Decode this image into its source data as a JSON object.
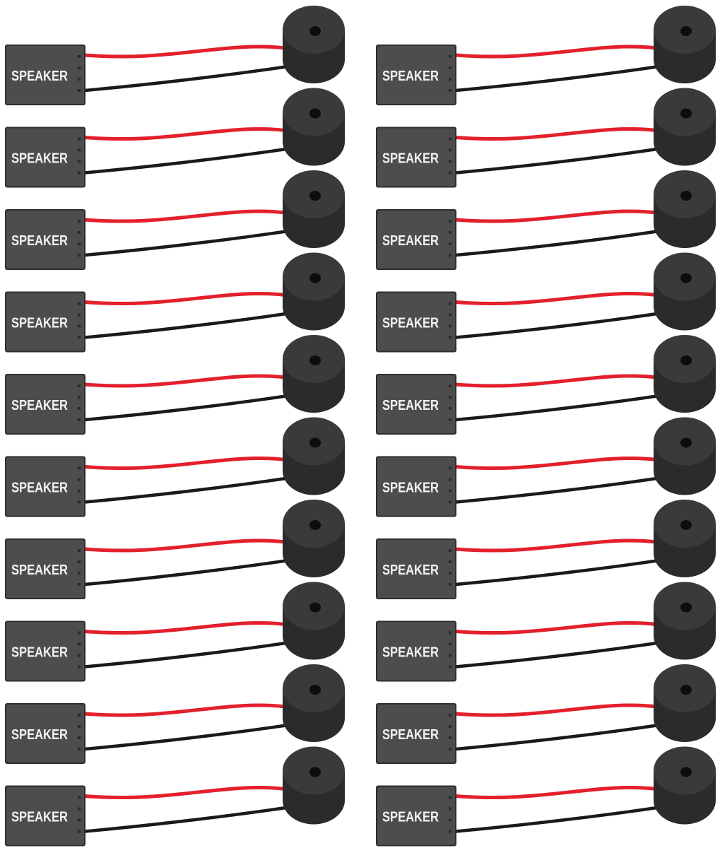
{
  "photo": {
    "subject": "speaker-buzzer-cables",
    "connector_label": "SPEAKER",
    "columns": 2,
    "rows": 10,
    "colors": {
      "background": "#ffffff",
      "connector": "#4d4d4d",
      "connector_edge": "#2e2e2e",
      "label_text": "#f2f2f2",
      "buzzer_body": "#2b2b2b",
      "buzzer_top": "#3a3a3a",
      "wire_red": "#e3202c",
      "wire_black": "#1a1a1a"
    }
  }
}
